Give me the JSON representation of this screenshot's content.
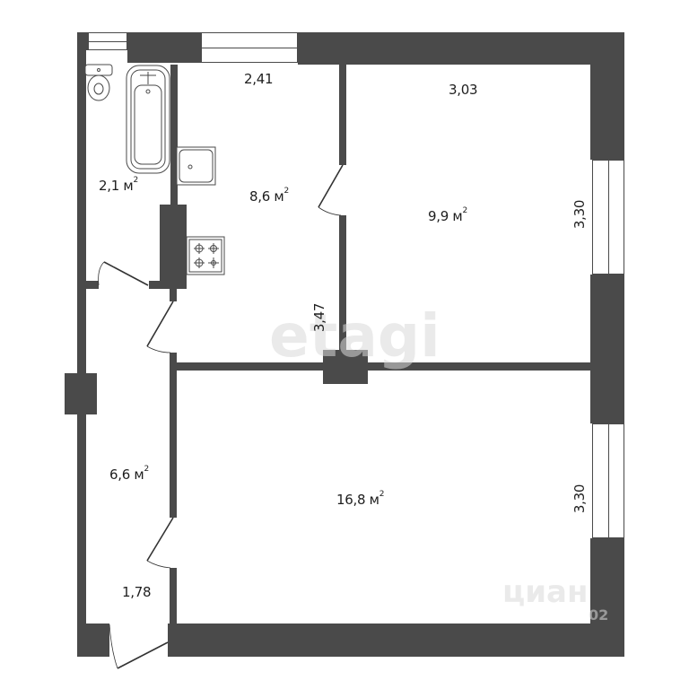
{
  "floor_plan": {
    "rooms": [
      {
        "id": "bathroom",
        "area": "2,1 м",
        "unit_sup": "2"
      },
      {
        "id": "kitchen",
        "area": "8,6 м",
        "unit_sup": "2"
      },
      {
        "id": "bedroom",
        "area": "9,9 м",
        "unit_sup": "2"
      },
      {
        "id": "hallway",
        "area": "6,6 м",
        "unit_sup": "2"
      },
      {
        "id": "living-room",
        "area": "16,8 м",
        "unit_sup": "2"
      }
    ],
    "dimensions": {
      "kitchen_width": "2,41",
      "kitchen_length": "3,47",
      "bedroom_width": "3,03",
      "bedroom_length": "3,30",
      "living_length": "3,30",
      "hallway_width": "1,78"
    },
    "watermarks": {
      "center": "etagi",
      "corner": "циан",
      "corner_num": "02"
    },
    "colors": {
      "wall": "#4a4a4a",
      "background": "#ffffff",
      "text": "#1e1e1e"
    }
  }
}
